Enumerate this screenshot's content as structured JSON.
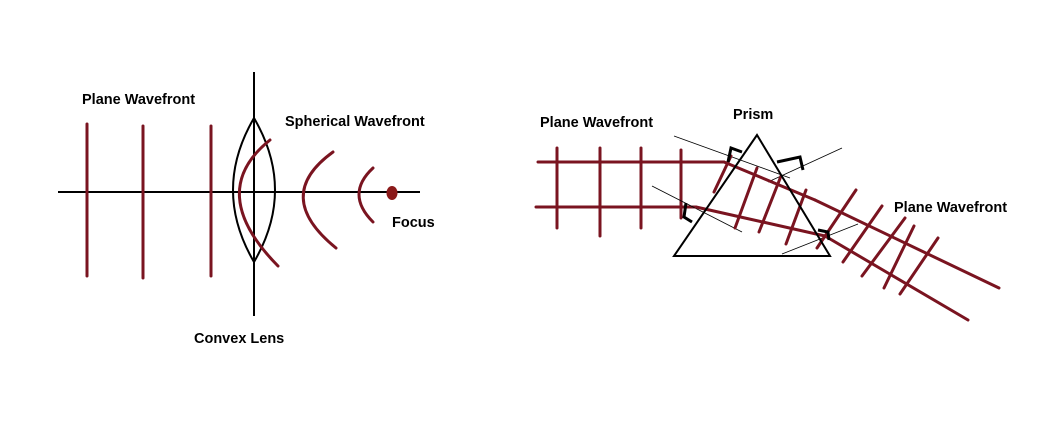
{
  "colors": {
    "ray": "#7a1420",
    "ink": "#000000",
    "focus": "#8b1a1a",
    "background": "#ffffff"
  },
  "lens_diagram": {
    "plane_wavefront_label": "Plane Wavefront",
    "spherical_wavefront_label": "Spherical Wavefront",
    "focus_label": "Focus",
    "lens_label": "Convex Lens"
  },
  "prism_diagram": {
    "incident_wavefront_label": "Plane Wavefront",
    "prism_label": "Prism",
    "emergent_wavefront_label": "Plane Wavefront"
  }
}
